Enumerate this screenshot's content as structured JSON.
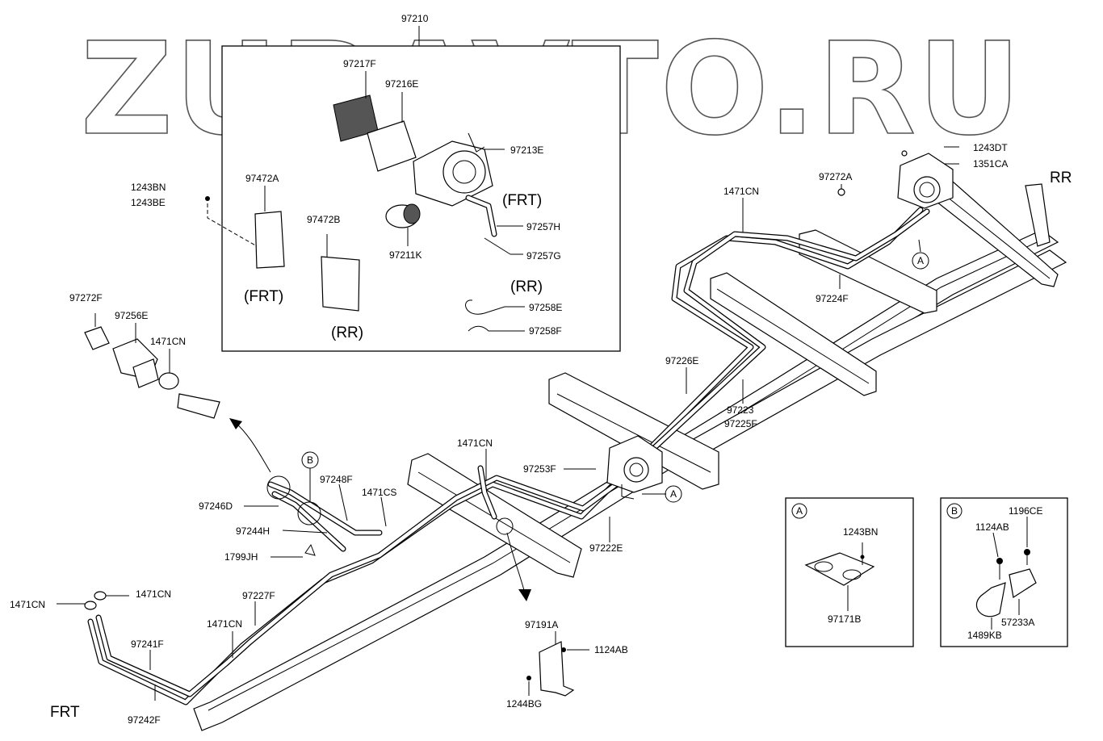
{
  "watermark": "ZURAVTO.RU",
  "views": {
    "front": "FRT",
    "rear": "RR"
  },
  "inset_main": {
    "title": "97210",
    "parts": [
      "97217F",
      "97216E",
      "97213E",
      "97472A",
      "97472B",
      "97211K",
      "97257H",
      "97257G",
      "97258E",
      "97258F"
    ],
    "frt": "(FRT)",
    "rr": "(RR)",
    "frt2": "(FRT)",
    "rr2": "(RR)"
  },
  "left_parts": [
    "1243BN",
    "1243BE",
    "97272F",
    "97256E",
    "1471CN"
  ],
  "chassis_labels": {
    "l97272A": "97272A",
    "l1243DT": "1243DT",
    "l1351CA": "1351CA",
    "l1471CN_top": "1471CN",
    "l97224F": "97224F",
    "l97226E": "97226E",
    "l97223": "97223",
    "l97225F": "97225F",
    "l1471CN_mid": "1471CN",
    "l97253F": "97253F",
    "l97248F": "97248F",
    "l1471CS": "1471CS",
    "l97246D": "97246D",
    "l97244H": "97244H",
    "l1799JH": "1799JH",
    "l97222E": "97222E",
    "l97227F": "97227F",
    "l1471CN_a": "1471CN",
    "l1471CN_b": "1471CN",
    "l1471CN_c": "1471CN",
    "l97241F": "97241F",
    "l97242F": "97242F",
    "l97191A": "97191A",
    "l1124AB": "1124AB",
    "l1244BG": "1244BG"
  },
  "markers": {
    "a": "A",
    "b": "B"
  },
  "detail_a": {
    "marker": "A",
    "parts": [
      "1243BN",
      "97171B"
    ]
  },
  "detail_b": {
    "marker": "B",
    "parts": [
      "1196CE",
      "1124AB",
      "57233A",
      "1489KB"
    ]
  }
}
